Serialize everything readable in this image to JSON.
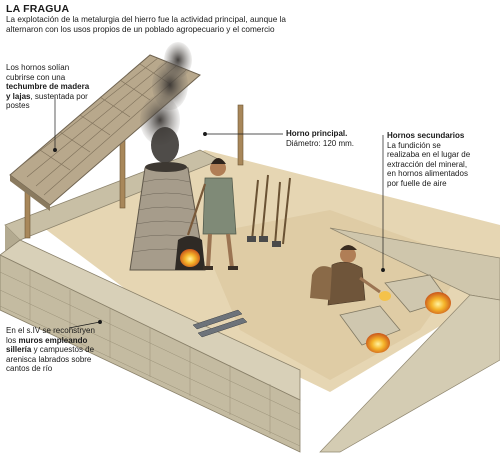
{
  "title": "LA FRAGUA",
  "intro": "La explotación de la metalurgia del hierro fue la actividad principal, aunque la alternaron con los usos propios de un poblado agropecuario y el comercio",
  "annotations": {
    "techumbre": {
      "pre": "Los hornos solían cubrirse con una ",
      "bold": "techumbre de madera y lajas",
      "post": ", sustentada por postes"
    },
    "horno_principal": {
      "heading": "Horno principal.",
      "text": "Diámetro: 120 mm."
    },
    "hornos_secundarios": {
      "heading": "Hornos secundarios",
      "text": "La fundición se realizaba en el lugar de extracción del mineral, en hornos alimentados por fuelle de aire"
    },
    "muros": {
      "pre": "En el s.IV se reconstryen los ",
      "bold": "muros empleando sillería",
      "post": " y campuestos de arenisca labrados sobre cantos de río"
    }
  },
  "colors": {
    "roof": "#b5a58a",
    "wall": "#cbc3a9",
    "ground": "#e2d3b1",
    "furnace": "#9e9484",
    "fire": "#f0a020",
    "smoke": "#4a4642",
    "wood": "#a8875a"
  }
}
